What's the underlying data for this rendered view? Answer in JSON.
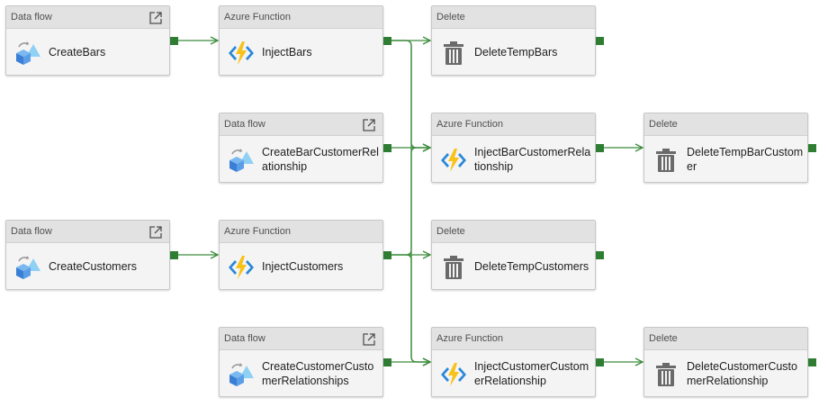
{
  "colors": {
    "connector": "#3c8c3c",
    "port": "#2e7d32",
    "header": "#e2e2e2",
    "body": "#f4f4f4"
  },
  "nodes": [
    {
      "id": "n1",
      "type_label": "Data flow",
      "name": "CreateBars",
      "icon": "data-flow-icon",
      "has_open": true
    },
    {
      "id": "n2",
      "type_label": "Azure Function",
      "name": "InjectBars",
      "icon": "azure-function-icon",
      "has_open": false
    },
    {
      "id": "n3",
      "type_label": "Delete",
      "name": "DeleteTempBars",
      "icon": "trash-icon",
      "has_open": false
    },
    {
      "id": "n4",
      "type_label": "Data flow",
      "name": "CreateBarCustomerRelationship",
      "icon": "data-flow-icon",
      "has_open": true
    },
    {
      "id": "n5",
      "type_label": "Azure Function",
      "name": "InjectBarCustomerRelationship",
      "icon": "azure-function-icon",
      "has_open": false
    },
    {
      "id": "n6",
      "type_label": "Delete",
      "name": "DeleteTempBarCustomer",
      "icon": "trash-icon",
      "has_open": false
    },
    {
      "id": "n7",
      "type_label": "Data flow",
      "name": "CreateCustomers",
      "icon": "data-flow-icon",
      "has_open": true
    },
    {
      "id": "n8",
      "type_label": "Azure Function",
      "name": "InjectCustomers",
      "icon": "azure-function-icon",
      "has_open": false
    },
    {
      "id": "n9",
      "type_label": "Delete",
      "name": "DeleteTempCustomers",
      "icon": "trash-icon",
      "has_open": false
    },
    {
      "id": "n10",
      "type_label": "Data flow",
      "name": "CreateCustomerCustomerRelationships",
      "icon": "data-flow-icon",
      "has_open": true
    },
    {
      "id": "n11",
      "type_label": "Azure Function",
      "name": "InjectCustomerCustomerRelationship",
      "icon": "azure-function-icon",
      "has_open": false
    },
    {
      "id": "n12",
      "type_label": "Delete",
      "name": "DeleteCustomerCustomerRelationship",
      "icon": "trash-icon",
      "has_open": false
    }
  ],
  "links": [
    [
      "n1",
      "n2"
    ],
    [
      "n2",
      "n3"
    ],
    [
      "n2",
      "n5"
    ],
    [
      "n2",
      "n11"
    ],
    [
      "n4",
      "n5"
    ],
    [
      "n8",
      "n5"
    ],
    [
      "n8",
      "n9"
    ],
    [
      "n8",
      "n11"
    ],
    [
      "n10",
      "n11"
    ],
    [
      "n7",
      "n8"
    ],
    [
      "n5",
      "n6"
    ],
    [
      "n11",
      "n12"
    ]
  ]
}
